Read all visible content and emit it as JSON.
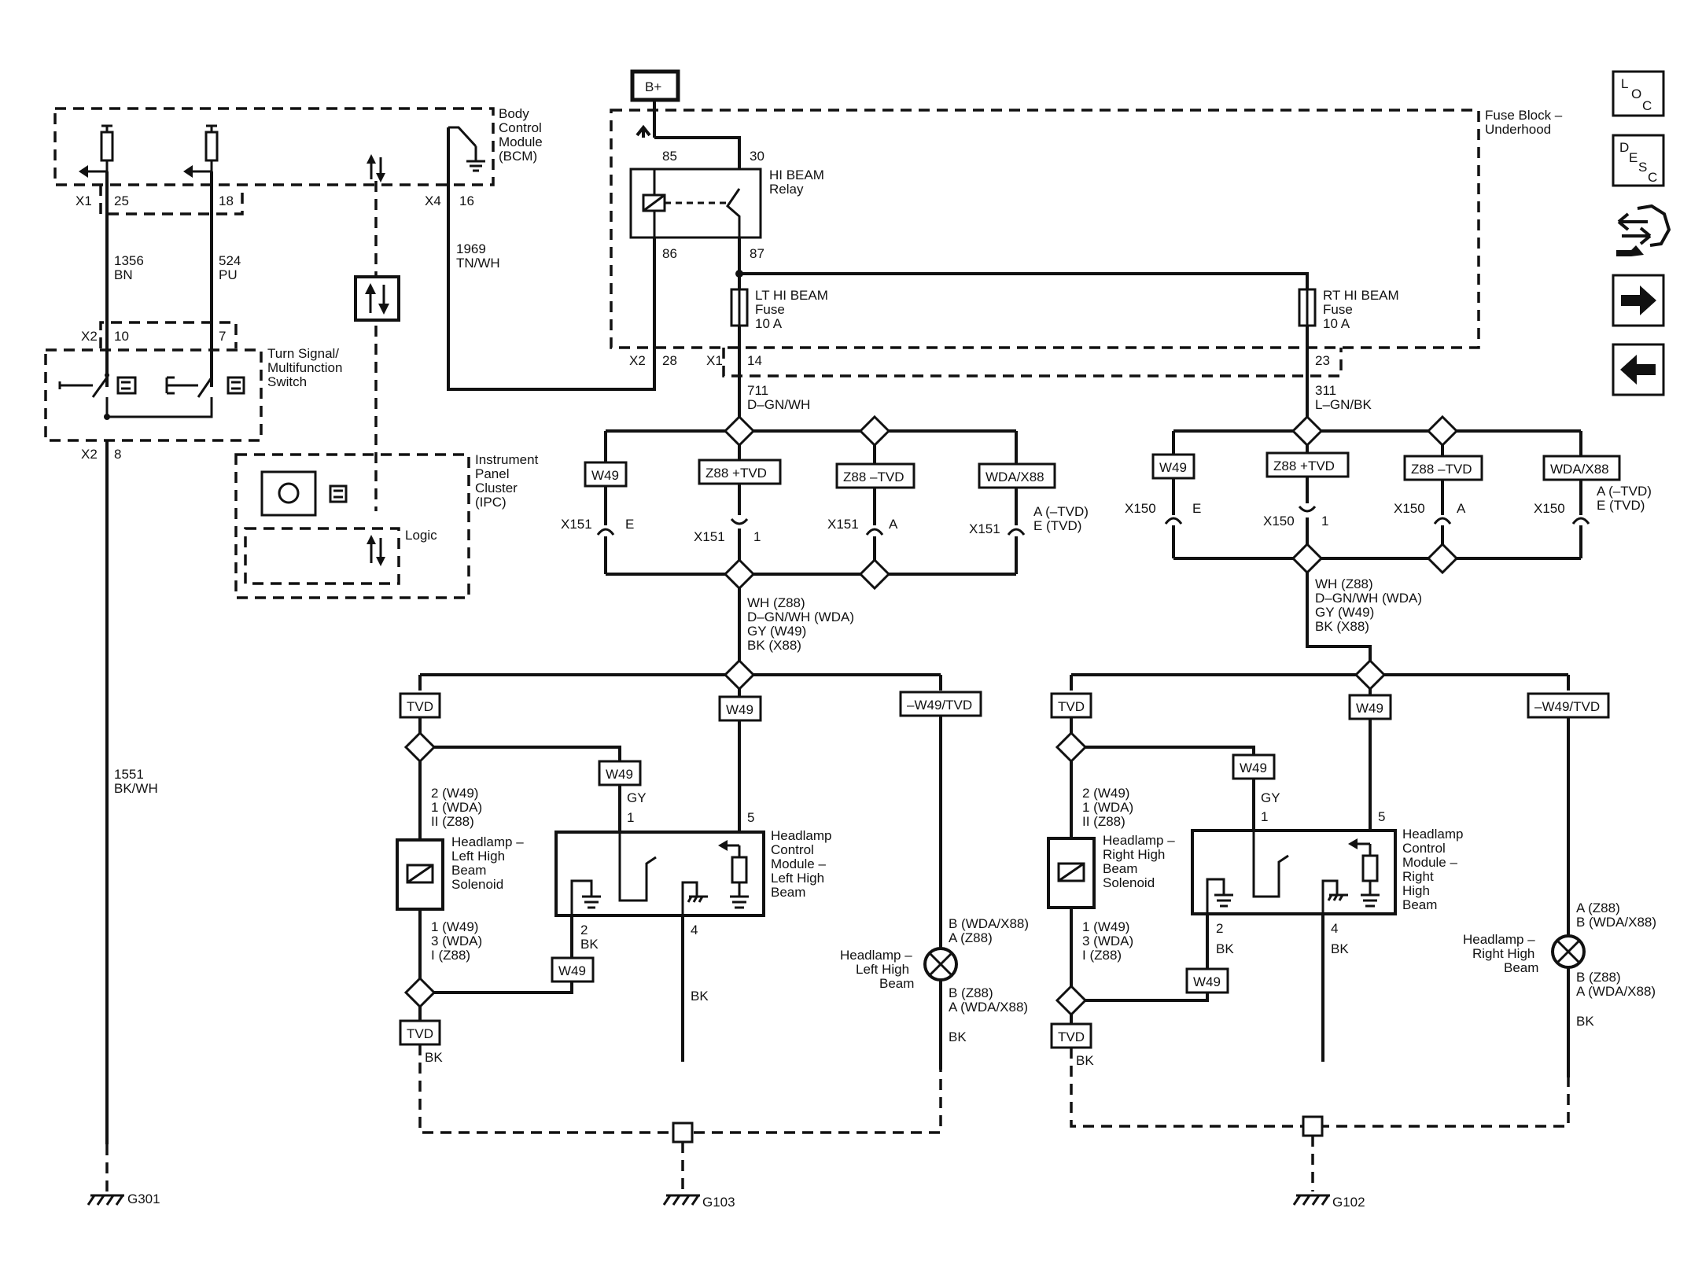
{
  "power": {
    "b_plus": "B+"
  },
  "nav": {
    "loc": [
      "L",
      "O",
      "C"
    ],
    "desc": [
      "D",
      "E",
      "S",
      "C"
    ],
    "icons": [
      "connector-icon",
      "forward-arrow-icon",
      "back-arrow-icon"
    ]
  },
  "components": {
    "bcm": [
      "Body",
      "Control",
      "Module",
      "(BCM)"
    ],
    "fuse_block": [
      "Fuse Block –",
      "Underhood"
    ],
    "relay": [
      "HI BEAM",
      "Relay"
    ],
    "lt_fuse": [
      "LT HI BEAM",
      "Fuse",
      "10 A"
    ],
    "rt_fuse": [
      "RT HI BEAM",
      "Fuse",
      "10 A"
    ],
    "turn_switch": [
      "Turn Signal/",
      "Multifunction",
      "Switch"
    ],
    "ipc": [
      "Instrument",
      "Panel",
      "Cluster",
      "(IPC)"
    ],
    "logic": "Logic",
    "lt_solenoid": [
      "Headlamp –",
      "Left High",
      "Beam",
      "Solenoid"
    ],
    "rt_solenoid": [
      "Headlamp –",
      "Right High",
      "Beam",
      "Solenoid"
    ],
    "lt_hcm": [
      "Headlamp",
      "Control",
      "Module –",
      "Left High",
      "Beam"
    ],
    "rt_hcm": [
      "Headlamp",
      "Control",
      "Module –",
      "Right",
      "High",
      "Beam"
    ],
    "lt_lamp": [
      "Headlamp –",
      "Left High",
      "Beam"
    ],
    "rt_lamp": [
      "Headlamp –",
      "Right High",
      "Beam"
    ]
  },
  "pins": {
    "x1": "X1",
    "x1_25": "25",
    "x1_18": "18",
    "x4": "X4",
    "x4_16": "16",
    "x2": "X2",
    "x2_10": "10",
    "x2_7": "7",
    "x2_8": "8",
    "x2_28": "28",
    "x1_14": "14",
    "x1_23": "23",
    "r85": "85",
    "r30": "30",
    "r86": "86",
    "r87": "87"
  },
  "wires": {
    "w1356": [
      "1356",
      "BN"
    ],
    "w524": [
      "524",
      "PU"
    ],
    "w1969": [
      "1969",
      "TN/WH"
    ],
    "w711": [
      "711",
      "D–GN/WH"
    ],
    "w311": [
      "311",
      "L–GN/BK"
    ],
    "w1551": [
      "1551",
      "BK/WH"
    ],
    "lt_mix": [
      "WH (Z88)",
      "D–GN/WH (WDA)",
      "GY (W49)",
      "BK (X88)"
    ],
    "rt_mix": [
      "WH (Z88)",
      "D–GN/WH (WDA)",
      "GY (W49)",
      "BK (X88)"
    ]
  },
  "options": {
    "w49": "W49",
    "z88p": "Z88 +TVD",
    "z88m": "Z88 –TVD",
    "wda": "WDA/X88",
    "tvd": "TVD",
    "w49tvd": "–W49/TVD"
  },
  "connectors": {
    "x151": "X151",
    "x150": "X150",
    "e": "E",
    "one": "1",
    "a": "A",
    "lt_a": [
      "A (–TVD)",
      "E (TVD)"
    ],
    "rt_a": [
      "A (–TVD)",
      "E (TVD)"
    ]
  },
  "circuit_labels": {
    "sol_top": [
      "2 (W49)",
      "1 (WDA)",
      "II (Z88)"
    ],
    "sol_bot": [
      "1 (W49)",
      "3 (WDA)",
      "I (Z88)"
    ],
    "gy": "GY",
    "pin1": "1",
    "pin5": "5",
    "pin2": "2",
    "pin4": "4",
    "bk": "BK",
    "lt_lamp_top": [
      "B (WDA/X88)",
      "A (Z88)"
    ],
    "lt_lamp_bot": [
      "B (Z88)",
      "A (WDA/X88)"
    ],
    "rt_lamp_top": [
      "A (Z88)",
      "B (WDA/X88)"
    ],
    "rt_lamp_bot": [
      "B (Z88)",
      "A (WDA/X88)"
    ]
  },
  "grounds": {
    "g301": "G301",
    "g103": "G103",
    "g102": "G102"
  }
}
